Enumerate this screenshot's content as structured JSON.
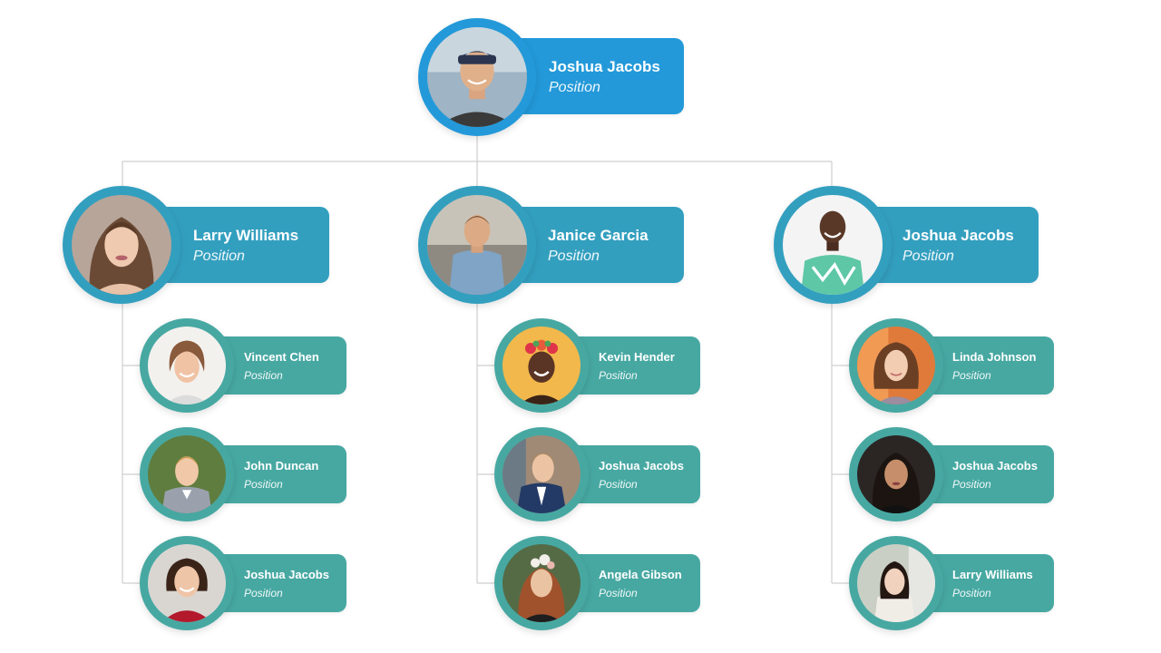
{
  "colors": {
    "top": "#2399d9",
    "level1": "#339fbf",
    "level2": "#47a8a2",
    "connector": "#cfcfcf"
  },
  "root": {
    "name": "Joshua Jacobs",
    "position": "Position"
  },
  "groups": [
    {
      "head": {
        "name": "Larry Williams",
        "position": "Position"
      },
      "members": [
        {
          "name": "Vincent Chen",
          "position": "Position"
        },
        {
          "name": "John Duncan",
          "position": "Position"
        },
        {
          "name": "Joshua Jacobs",
          "position": "Position"
        }
      ]
    },
    {
      "head": {
        "name": "Janice Garcia",
        "position": "Position"
      },
      "members": [
        {
          "name": "Kevin Hender",
          "position": "Position"
        },
        {
          "name": "Joshua Jacobs",
          "position": "Position"
        },
        {
          "name": "Angela Gibson",
          "position": "Position"
        }
      ]
    },
    {
      "head": {
        "name": "Joshua Jacobs",
        "position": "Position"
      },
      "members": [
        {
          "name": "Linda Johnson",
          "position": "Position"
        },
        {
          "name": "Joshua Jacobs",
          "position": "Position"
        },
        {
          "name": "Larry Williams",
          "position": "Position"
        }
      ]
    }
  ]
}
